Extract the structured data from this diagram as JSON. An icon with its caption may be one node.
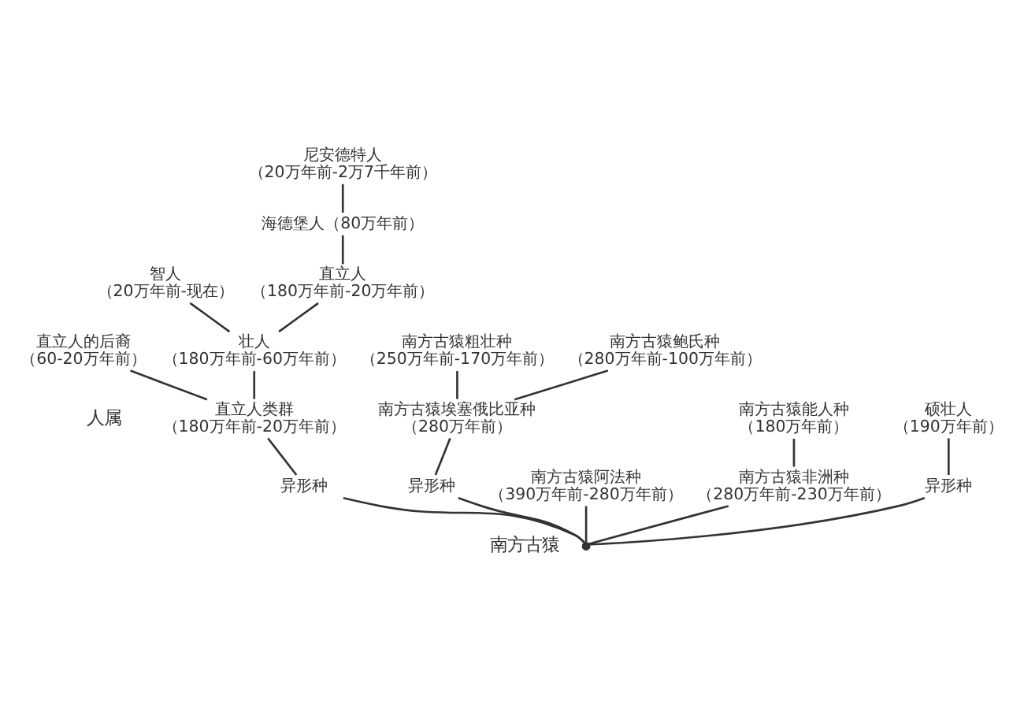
{
  "diagram": {
    "nodes": [
      {
        "text": [
          "智人",
          "（20万年前-现在）"
        ]
      },
      {
        "text": [
          "尼安德特人",
          "（20万年前-2万7千年前）"
        ]
      },
      {
        "text": [
          "直立人的后裔",
          "（60-20万年前）"
        ]
      },
      {
        "text": [
          "海德堡人（80万年前）"
        ]
      },
      {
        "text": [
          "直立人",
          "（180万年前-20万年前）"
        ]
      },
      {
        "text": [
          "壮人",
          "（180万年前-60万年前）"
        ]
      },
      {
        "text": [
          "直立人类群",
          "（180万年前-20万年前）"
        ]
      },
      {
        "text": [
          "硕壮人",
          "（190万年前）"
        ]
      },
      {
        "text": [
          "南方古猿粗壮种",
          "（250万年前-170万年前）"
        ]
      },
      {
        "text": [
          "南方古猿鲍氏种",
          "（280万年前-100万年前）"
        ]
      },
      {
        "text": [
          "南方古猿能人种",
          "（180万年前）"
        ]
      },
      {
        "text": [
          "南方古猿埃塞俄比亚种",
          "（280万年前）"
        ]
      },
      {
        "text": [
          "异形种"
        ]
      },
      {
        "text": [
          "异形种"
        ]
      },
      {
        "text": [
          "南方古猿阿法种",
          "（390万年前-280万年前）"
        ]
      },
      {
        "text": [
          "南方古猿非洲种",
          "（280万年前-230万年前）"
        ]
      },
      {
        "text": [
          "异形种"
        ]
      },
      {
        "text": [],
        "shape": "point"
      }
    ],
    "edges": [
      {
        "from": 17,
        "to": 14,
        "arrow": "none"
      },
      {
        "from": 17,
        "to": 13,
        "arrow": "none"
      },
      {
        "from": 17,
        "to": 12,
        "arrow": "none"
      },
      {
        "from": 17,
        "to": 15,
        "arrow": "none"
      },
      {
        "from": 17,
        "to": 16,
        "arrow": "none"
      },
      {
        "from": 13,
        "to": 11,
        "arrow": "none"
      },
      {
        "from": 11,
        "to": 8,
        "arrow": "none"
      },
      {
        "from": 11,
        "to": 9,
        "arrow": "none"
      },
      {
        "from": 12,
        "to": 6,
        "arrow": "none"
      },
      {
        "from": 15,
        "to": 10,
        "arrow": "none"
      },
      {
        "from": 16,
        "to": 7,
        "arrow": "none"
      },
      {
        "from": 6,
        "to": 5,
        "arrow": "none"
      },
      {
        "from": 6,
        "to": 2,
        "arrow": "none"
      },
      {
        "from": 5,
        "to": 0,
        "arrow": "none"
      },
      {
        "from": 5,
        "to": 4,
        "arrow": "none"
      },
      {
        "from": 4,
        "to": 3,
        "arrow": "none"
      },
      {
        "from": 3,
        "to": 1,
        "arrow": "none"
      }
    ],
    "labels": [
      "人属",
      "南方古猿"
    ]
  }
}
